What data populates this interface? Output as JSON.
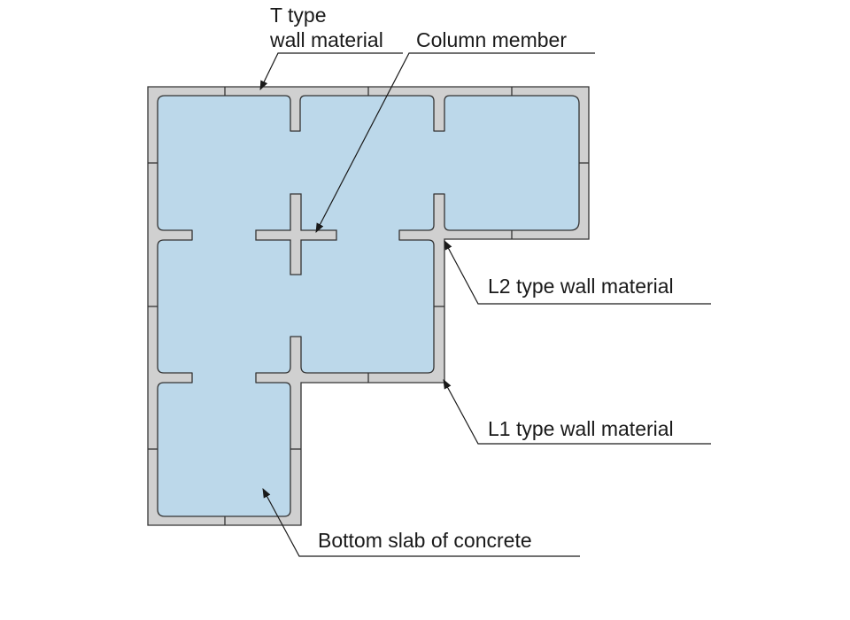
{
  "labels": {
    "t_type_line1": "T type",
    "t_type_line2": "wall material",
    "column_member": "Column member",
    "l2_type": "L2 type wall material",
    "l1_type": "L1 type wall material",
    "bottom_slab": "Bottom slab of concrete"
  },
  "colors": {
    "slab_fill": "#bcd8ea",
    "wall_fill": "#d0d0d0",
    "outline": "#333333",
    "leader": "#1a1a1a",
    "text": "#1a1a1a"
  }
}
